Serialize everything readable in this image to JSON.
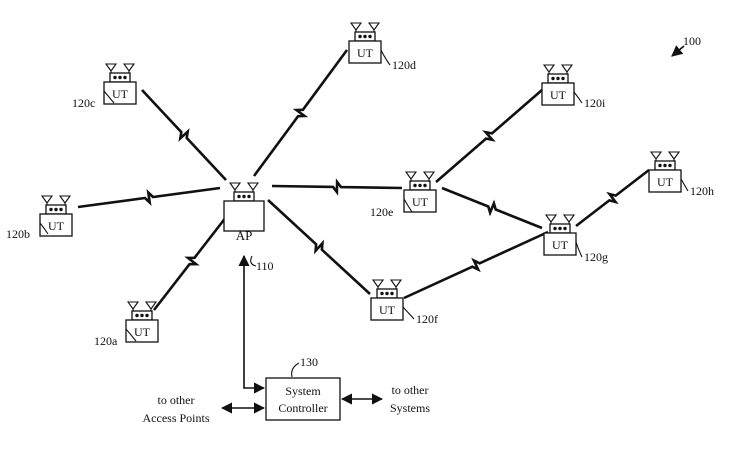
{
  "figure_ref": "100",
  "access_point": {
    "label": "AP",
    "ref": "110"
  },
  "system_controller": {
    "line1": "System",
    "line2": "Controller",
    "ref": "130"
  },
  "terminal_label": "UT",
  "terminals": [
    {
      "id": "a",
      "ref": "120a"
    },
    {
      "id": "b",
      "ref": "120b"
    },
    {
      "id": "c",
      "ref": "120c"
    },
    {
      "id": "d",
      "ref": "120d"
    },
    {
      "id": "e",
      "ref": "120e"
    },
    {
      "id": "f",
      "ref": "120f"
    },
    {
      "id": "g",
      "ref": "120g"
    },
    {
      "id": "h",
      "ref": "120h"
    },
    {
      "id": "i",
      "ref": "120i"
    }
  ],
  "left_note": {
    "line1": "to other",
    "line2": "Access Points"
  },
  "right_note": {
    "line1": "to other",
    "line2": "Systems"
  }
}
